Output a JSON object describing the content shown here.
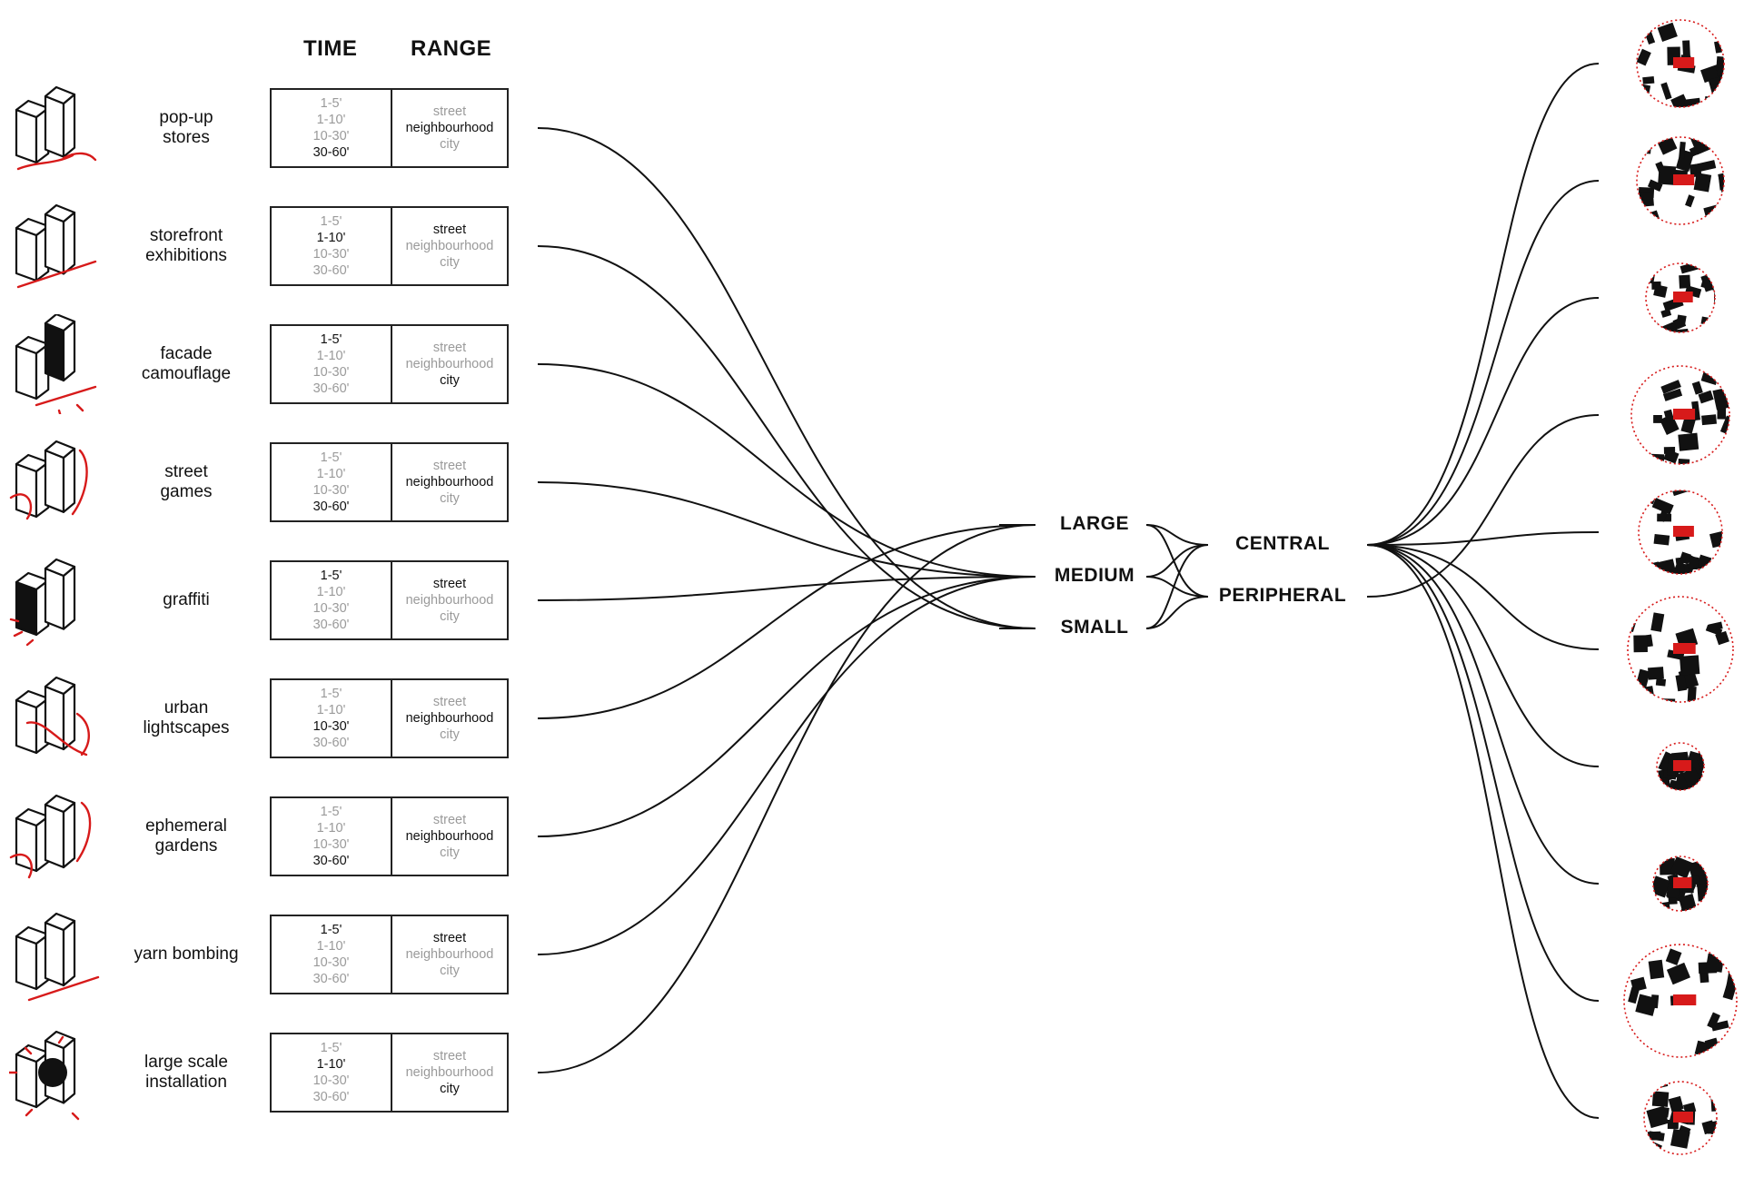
{
  "headers": {
    "time": "TIME",
    "range": "RANGE"
  },
  "activities": [
    {
      "label": "pop-up\nstores",
      "icon": "pop-up-stores-icon",
      "time_selected": "30-60'",
      "range_selected": "neighbourhood"
    },
    {
      "label": "storefront\nexhibitions",
      "icon": "storefront-exhibitions-icon",
      "time_selected": "1-10'",
      "range_selected": "street"
    },
    {
      "label": "facade\ncamouflage",
      "icon": "facade-camouflage-icon",
      "time_selected": "1-5'",
      "range_selected": "city"
    },
    {
      "label": "street\ngames",
      "icon": "street-games-icon",
      "time_selected": "30-60'",
      "range_selected": "neighbourhood"
    },
    {
      "label": "graffiti",
      "icon": "graffiti-icon",
      "time_selected": "1-5'",
      "range_selected": "street"
    },
    {
      "label": "urban\nlightscapes",
      "icon": "urban-lightscapes-icon",
      "time_selected": "10-30'",
      "range_selected": "neighbourhood"
    },
    {
      "label": "ephemeral\ngardens",
      "icon": "ephemeral-gardens-icon",
      "time_selected": "30-60'",
      "range_selected": "neighbourhood"
    },
    {
      "label": "yarn bombing",
      "icon": "yarn-bombing-icon",
      "time_selected": "1-5'",
      "range_selected": "street"
    },
    {
      "label": "large scale\ninstallation",
      "icon": "large-scale-installation-icon",
      "time_selected": "1-10'",
      "range_selected": "city"
    }
  ],
  "time_options": [
    "1-5'",
    "1-10'",
    "10-30'",
    "30-60'"
  ],
  "range_options": [
    "street",
    "neighbourhood",
    "city"
  ],
  "sizes": [
    "LARGE",
    "MEDIUM",
    "SMALL"
  ],
  "locations": [
    "CENTRAL",
    "PERIPHERAL"
  ],
  "sites": [
    {
      "icon": "site-map-icon"
    },
    {
      "icon": "site-map-icon"
    },
    {
      "icon": "site-map-icon"
    },
    {
      "icon": "site-map-icon"
    },
    {
      "icon": "site-map-icon"
    },
    {
      "icon": "site-map-icon"
    },
    {
      "icon": "site-map-icon"
    },
    {
      "icon": "site-map-icon"
    },
    {
      "icon": "site-map-icon"
    },
    {
      "icon": "site-map-icon"
    }
  ],
  "connections": {
    "activity_to_size": [
      "SMALL",
      "SMALL",
      "MEDIUM",
      "MEDIUM",
      "MEDIUM",
      "LARGE",
      "MEDIUM",
      "MEDIUM",
      "LARGE"
    ],
    "size_to_location": [
      [
        "LARGE",
        "CENTRAL"
      ],
      [
        "LARGE",
        "PERIPHERAL"
      ],
      [
        "MEDIUM",
        "CENTRAL"
      ],
      [
        "MEDIUM",
        "PERIPHERAL"
      ],
      [
        "SMALL",
        "CENTRAL"
      ],
      [
        "SMALL",
        "PERIPHERAL"
      ]
    ],
    "location_to_site": [
      "CENTRAL",
      "CENTRAL",
      "CENTRAL",
      "PERIPHERAL",
      "CENTRAL",
      "CENTRAL",
      "CENTRAL",
      "CENTRAL",
      "CENTRAL",
      "CENTRAL"
    ]
  },
  "colors": {
    "accent": "#d71a1a",
    "ink": "#111111",
    "muted": "#9a9a9a"
  }
}
